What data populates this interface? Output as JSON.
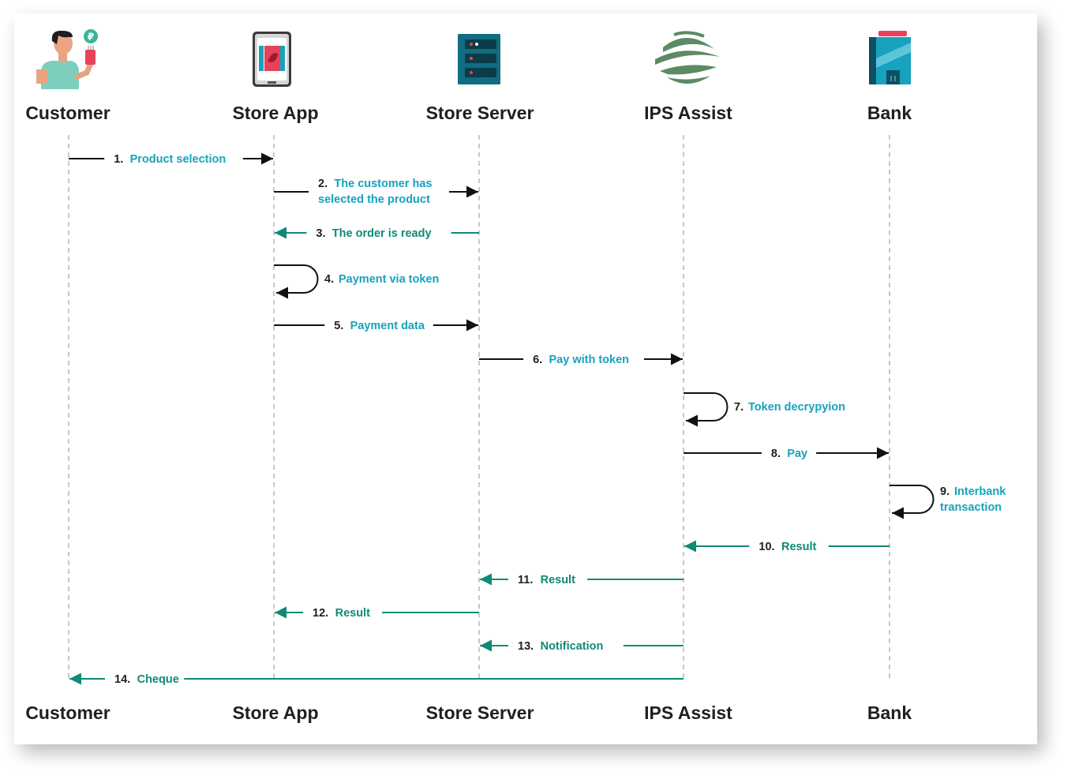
{
  "actors": [
    {
      "id": "customer",
      "name": "Customer",
      "icon": "customer-icon"
    },
    {
      "id": "store_app",
      "name": "Store App",
      "icon": "mobile-phone-icon"
    },
    {
      "id": "store_server",
      "name": "Store Server",
      "icon": "server-icon"
    },
    {
      "id": "ips_assist",
      "name": "IPS Assist",
      "icon": "ips-assist-logo-icon"
    },
    {
      "id": "bank",
      "name": "Bank",
      "icon": "bank-building-icon"
    }
  ],
  "messages": [
    {
      "num": "1.",
      "text": [
        "Product selection"
      ],
      "from": "customer",
      "to": "store_app",
      "kind": "request"
    },
    {
      "num": "2.",
      "text": [
        "The customer has",
        "selected the product"
      ],
      "from": "store_app",
      "to": "store_server",
      "kind": "request"
    },
    {
      "num": "3.",
      "text": [
        "The order is ready"
      ],
      "from": "store_server",
      "to": "store_app",
      "kind": "response"
    },
    {
      "num": "4.",
      "text": [
        "Payment via token"
      ],
      "from": "store_app",
      "to": "store_app",
      "kind": "self"
    },
    {
      "num": "5.",
      "text": [
        "Payment data"
      ],
      "from": "store_app",
      "to": "store_server",
      "kind": "request"
    },
    {
      "num": "6.",
      "text": [
        "Pay with token"
      ],
      "from": "store_server",
      "to": "ips_assist",
      "kind": "request"
    },
    {
      "num": "7.",
      "text": [
        "Token decrypyion"
      ],
      "from": "ips_assist",
      "to": "ips_assist",
      "kind": "self"
    },
    {
      "num": "8.",
      "text": [
        "Pay"
      ],
      "from": "ips_assist",
      "to": "bank",
      "kind": "request"
    },
    {
      "num": "9.",
      "text": [
        "Interbank",
        "transaction"
      ],
      "from": "bank",
      "to": "bank",
      "kind": "self"
    },
    {
      "num": "10.",
      "text": [
        "Result"
      ],
      "from": "bank",
      "to": "ips_assist",
      "kind": "response"
    },
    {
      "num": "11.",
      "text": [
        "Result"
      ],
      "from": "ips_assist",
      "to": "store_server",
      "kind": "response"
    },
    {
      "num": "12.",
      "text": [
        "Result"
      ],
      "from": "store_server",
      "to": "store_app",
      "kind": "response"
    },
    {
      "num": "13.",
      "text": [
        "Notification"
      ],
      "from": "ips_assist",
      "to": "store_server",
      "kind": "response"
    },
    {
      "num": "14.",
      "text": [
        "Cheque"
      ],
      "from": "ips_assist",
      "to": "customer",
      "kind": "response"
    }
  ],
  "colors": {
    "request_line": "#111111",
    "response_line": "#0e8a76",
    "label_teal": "#17a2bd",
    "label_green": "#0e8a76",
    "lifeline": "#aaaaaa"
  }
}
